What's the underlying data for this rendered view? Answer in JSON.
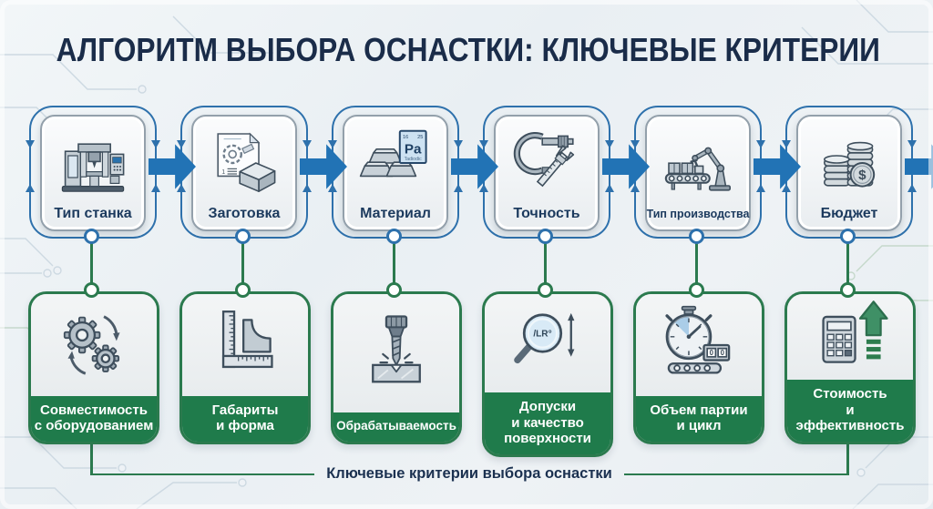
{
  "title": "АЛГОРИТМ ВЫБОРА ОСНАСТКИ: КЛЮЧЕВЫЕ КРИТЕРИИ",
  "accent_colors": {
    "flow_blue": "#2273b5",
    "outline_blue": "#2e71ac",
    "green": "#1f7b4b",
    "navy_text": "#1a2c49"
  },
  "top_row": [
    {
      "label": "Тип станка"
    },
    {
      "label": "Заготовка",
      "sheet_label": "1"
    },
    {
      "label": "Материал",
      "element_card": {
        "num_left": "16",
        "num_right": "25",
        "symbol": "Pa",
        "caption": "Tadiodic"
      }
    },
    {
      "label": "Точность"
    },
    {
      "label": "Тип производства"
    },
    {
      "label": "Бюджет",
      "currency_symbol": "$"
    }
  ],
  "bottom_row": [
    {
      "line1": "Совместимость",
      "line2": "с оборудованием"
    },
    {
      "line1": "Габариты",
      "line2": "и форма"
    },
    {
      "line1": "Обрабатываемость"
    },
    {
      "line1": "Допуски",
      "line2": "и качество",
      "line3": "поверхности",
      "lens_text": "/LR°"
    },
    {
      "line1": "Объем партии",
      "line2": "и цикл",
      "counter_left": "0",
      "counter_right": "0"
    },
    {
      "line1": "Стоимость",
      "line2": "и эффективность"
    }
  ],
  "footer": {
    "label": "Ключевые критерии выбора оснастки"
  }
}
